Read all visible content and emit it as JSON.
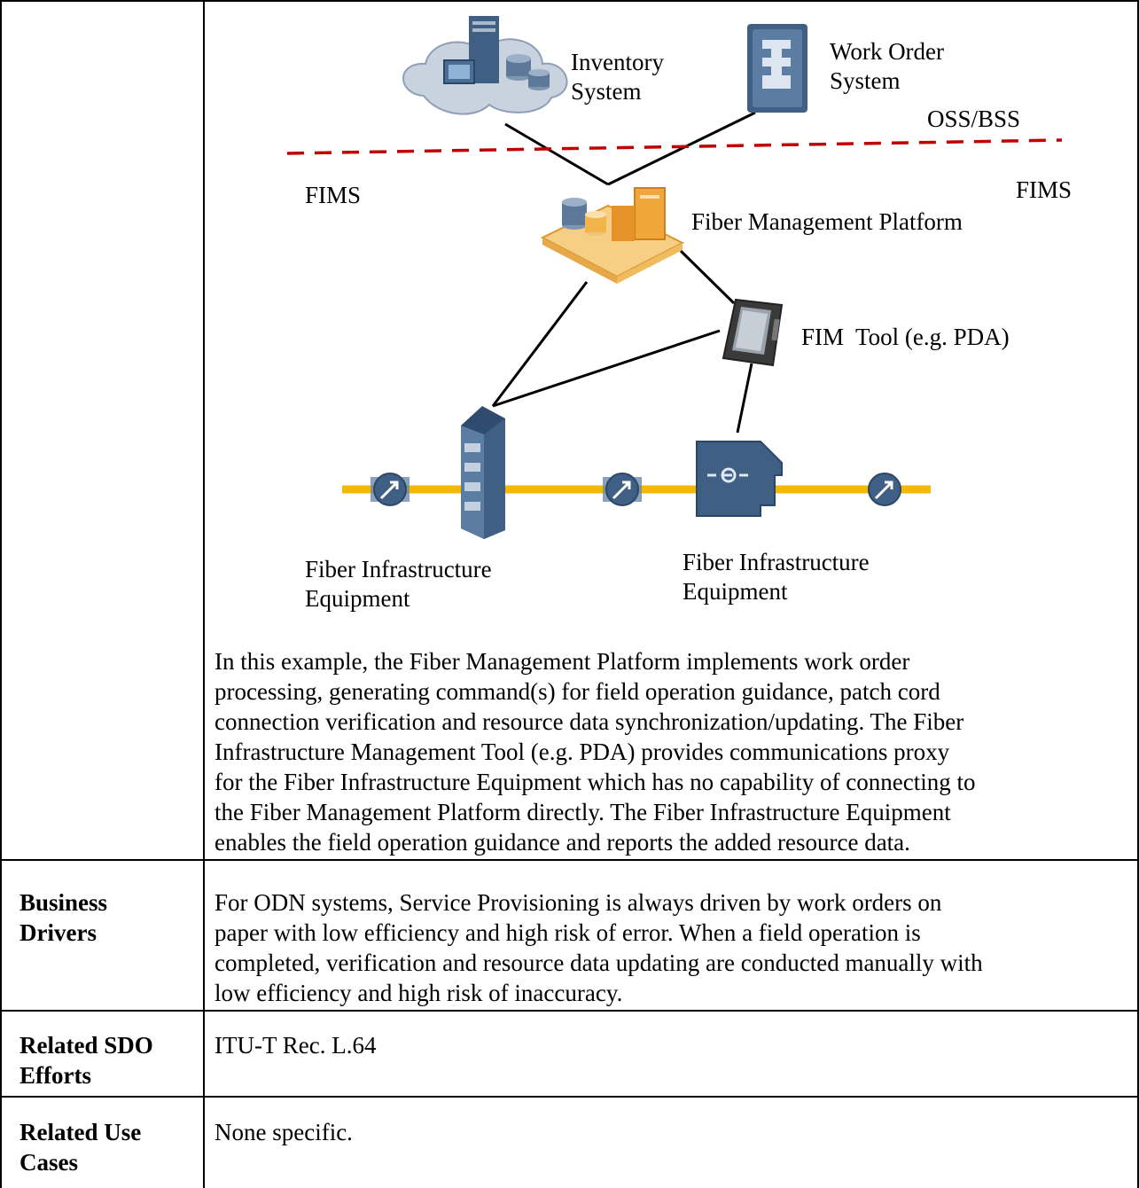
{
  "diagram": {
    "inventory_line1": "Inventory",
    "inventory_line2": "System",
    "workorder_line1": "Work Order",
    "workorder_line2": "System",
    "oss_bss": "OSS/BSS",
    "fims_left": "FIMS",
    "fims_right": "FIMS",
    "platform": "Fiber Management Platform",
    "fim_tool": "FIM  Tool (e.g. PDA)",
    "fie_left_line1": "Fiber Infrastructure",
    "fie_left_line2": "Equipment",
    "fie_right_line1": "Fiber Infrastructure",
    "fie_right_line2": "Equipment",
    "colors": {
      "boundary": "#c00000",
      "fiber": "#f5b800",
      "device": "#3f5f85",
      "platform": "#f3b44a"
    }
  },
  "description": {
    "lines": [
      "In this example, the Fiber Management Platform implements work order",
      "processing, generating command(s) for field operation guidance, patch cord",
      "connection verification and resource data synchronization/updating. The Fiber",
      "Infrastructure Management Tool (e.g. PDA) provides communications proxy",
      "for the Fiber Infrastructure Equipment which has no capability of connecting to",
      "the Fiber Management Platform directly. The Fiber Infrastructure Equipment",
      "enables the field operation guidance and reports the added resource data."
    ]
  },
  "rows": [
    {
      "label_line1": "Business",
      "label_line2": "Drivers",
      "body_lines": [
        "For ODN systems, Service Provisioning is always driven by work orders on",
        "paper with low efficiency and high risk of error. When a field operation is",
        "completed, verification and resource data updating are conducted manually with",
        "low efficiency and high risk of inaccuracy."
      ]
    },
    {
      "label_line1": "Related SDO",
      "label_line2": "Efforts",
      "body_lines": [
        "ITU-T Rec. L.64"
      ]
    },
    {
      "label_line1": "Related Use",
      "label_line2": "Cases",
      "body_lines": [
        "None specific."
      ]
    }
  ]
}
